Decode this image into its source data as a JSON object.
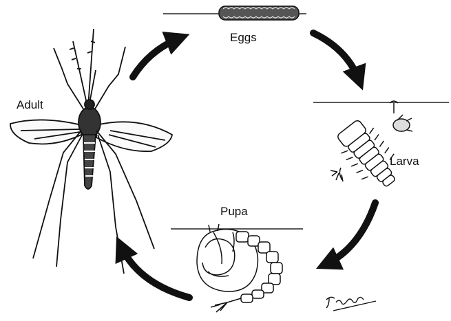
{
  "diagram": {
    "stages": {
      "eggs": "Eggs",
      "larva": "Larva",
      "pupa": "Pupa",
      "adult": "Adult"
    },
    "signature": "Fran"
  }
}
